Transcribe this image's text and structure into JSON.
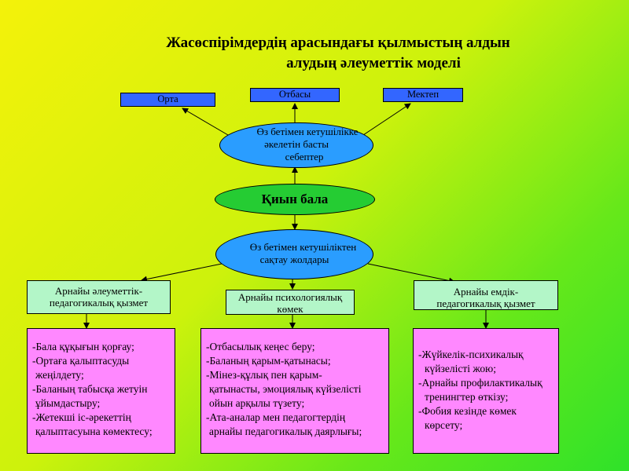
{
  "title": {
    "line1": "Жасөспірімдердің арасындағы қылмыстың алдын",
    "line2": "алудың әлеуметтік моделі"
  },
  "top_boxes": {
    "orta": "Орта",
    "otbasy": "Отбасы",
    "mektep": "Мектеп"
  },
  "causes_ellipse": {
    "line1": "Өз бетімен кетушілікке",
    "line2": "әкелетін басты",
    "line3": "себептер"
  },
  "center": "Қиын бала",
  "ways_ellipse": {
    "line1": "Өз бетімен кетушіліктен",
    "line2": "сақтау жолдары"
  },
  "services": {
    "social": {
      "line1": "Арнайы әлеуметтік-",
      "line2": "педагогикалық қызмет"
    },
    "psych": {
      "line1": "Арнайы психологиялық",
      "line2": "көмек"
    },
    "medical": {
      "line1": "Арнайы емдік-",
      "line2": "педагогикалық қызмет"
    }
  },
  "lists": {
    "social": [
      "-Бала құқығын қорғау;",
      "-Ортаға қалыптасуды",
      " жеңілдету;",
      "-Баланың табысқа жетуін",
      " ұйымдастыру;",
      "-Жетекші іс-әрекеттің",
      " қалыптасуына көмектесу;"
    ],
    "psych": [
      "-Отбасылық кеңес беру;",
      "-Баланың қарым-қатынасы;",
      "-Мінез-құлық пен қарым-",
      " қатынасты, эмоциялық күйзелісті",
      " ойын арқылы түзету;",
      "-Ата-аналар мен педагогтердің",
      " арнайы педагогикалық даярлығы;"
    ],
    "medical": [
      "-Жүйкелік-психикалық",
      "  күйзелісті жою;",
      "-Арнайы профилактикалық",
      "  тренингтер өткізу;",
      "-Фобия кезінде көмек",
      "  көрсету;"
    ]
  },
  "colors": {
    "blue": "#3366ff",
    "ellipse_blue": "#2a9dff",
    "ellipse_green": "#25cc33",
    "mint": "#b3f6c8",
    "pink": "#ff88ff"
  }
}
